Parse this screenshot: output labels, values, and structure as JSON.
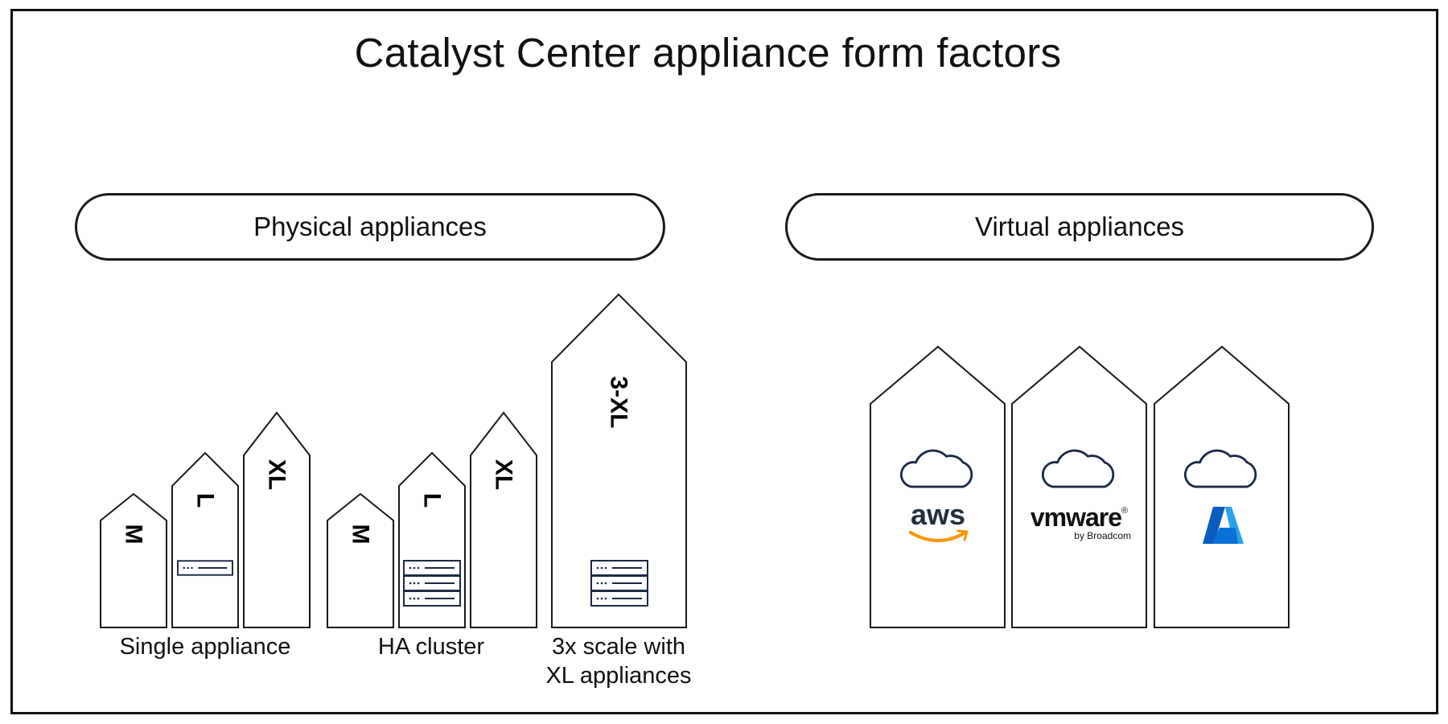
{
  "title": "Catalyst Center appliance form factors",
  "sections": {
    "physical": "Physical appliances",
    "virtual": "Virtual appliances"
  },
  "groups": {
    "single": {
      "caption": "Single appliance",
      "sizes": [
        "M",
        "L",
        "XL"
      ]
    },
    "ha": {
      "caption": "HA cluster",
      "sizes": [
        "M",
        "L",
        "XL"
      ]
    },
    "scale": {
      "caption_line1": "3x scale with",
      "caption_line2": "XL appliances",
      "size": "3-XL"
    }
  },
  "virtual": {
    "aws": {
      "label": "aws",
      "icon": "aws-logo"
    },
    "vmware": {
      "label": "vmware",
      "reg": "®",
      "sub": "by Broadcom",
      "icon": "vmware-logo"
    },
    "azure": {
      "icon": "azure-logo"
    }
  },
  "colors": {
    "line": "#1a1a1a",
    "server": "#1b2a45",
    "aws_orange": "#f79400",
    "azure_blue": "#0a72d4"
  }
}
